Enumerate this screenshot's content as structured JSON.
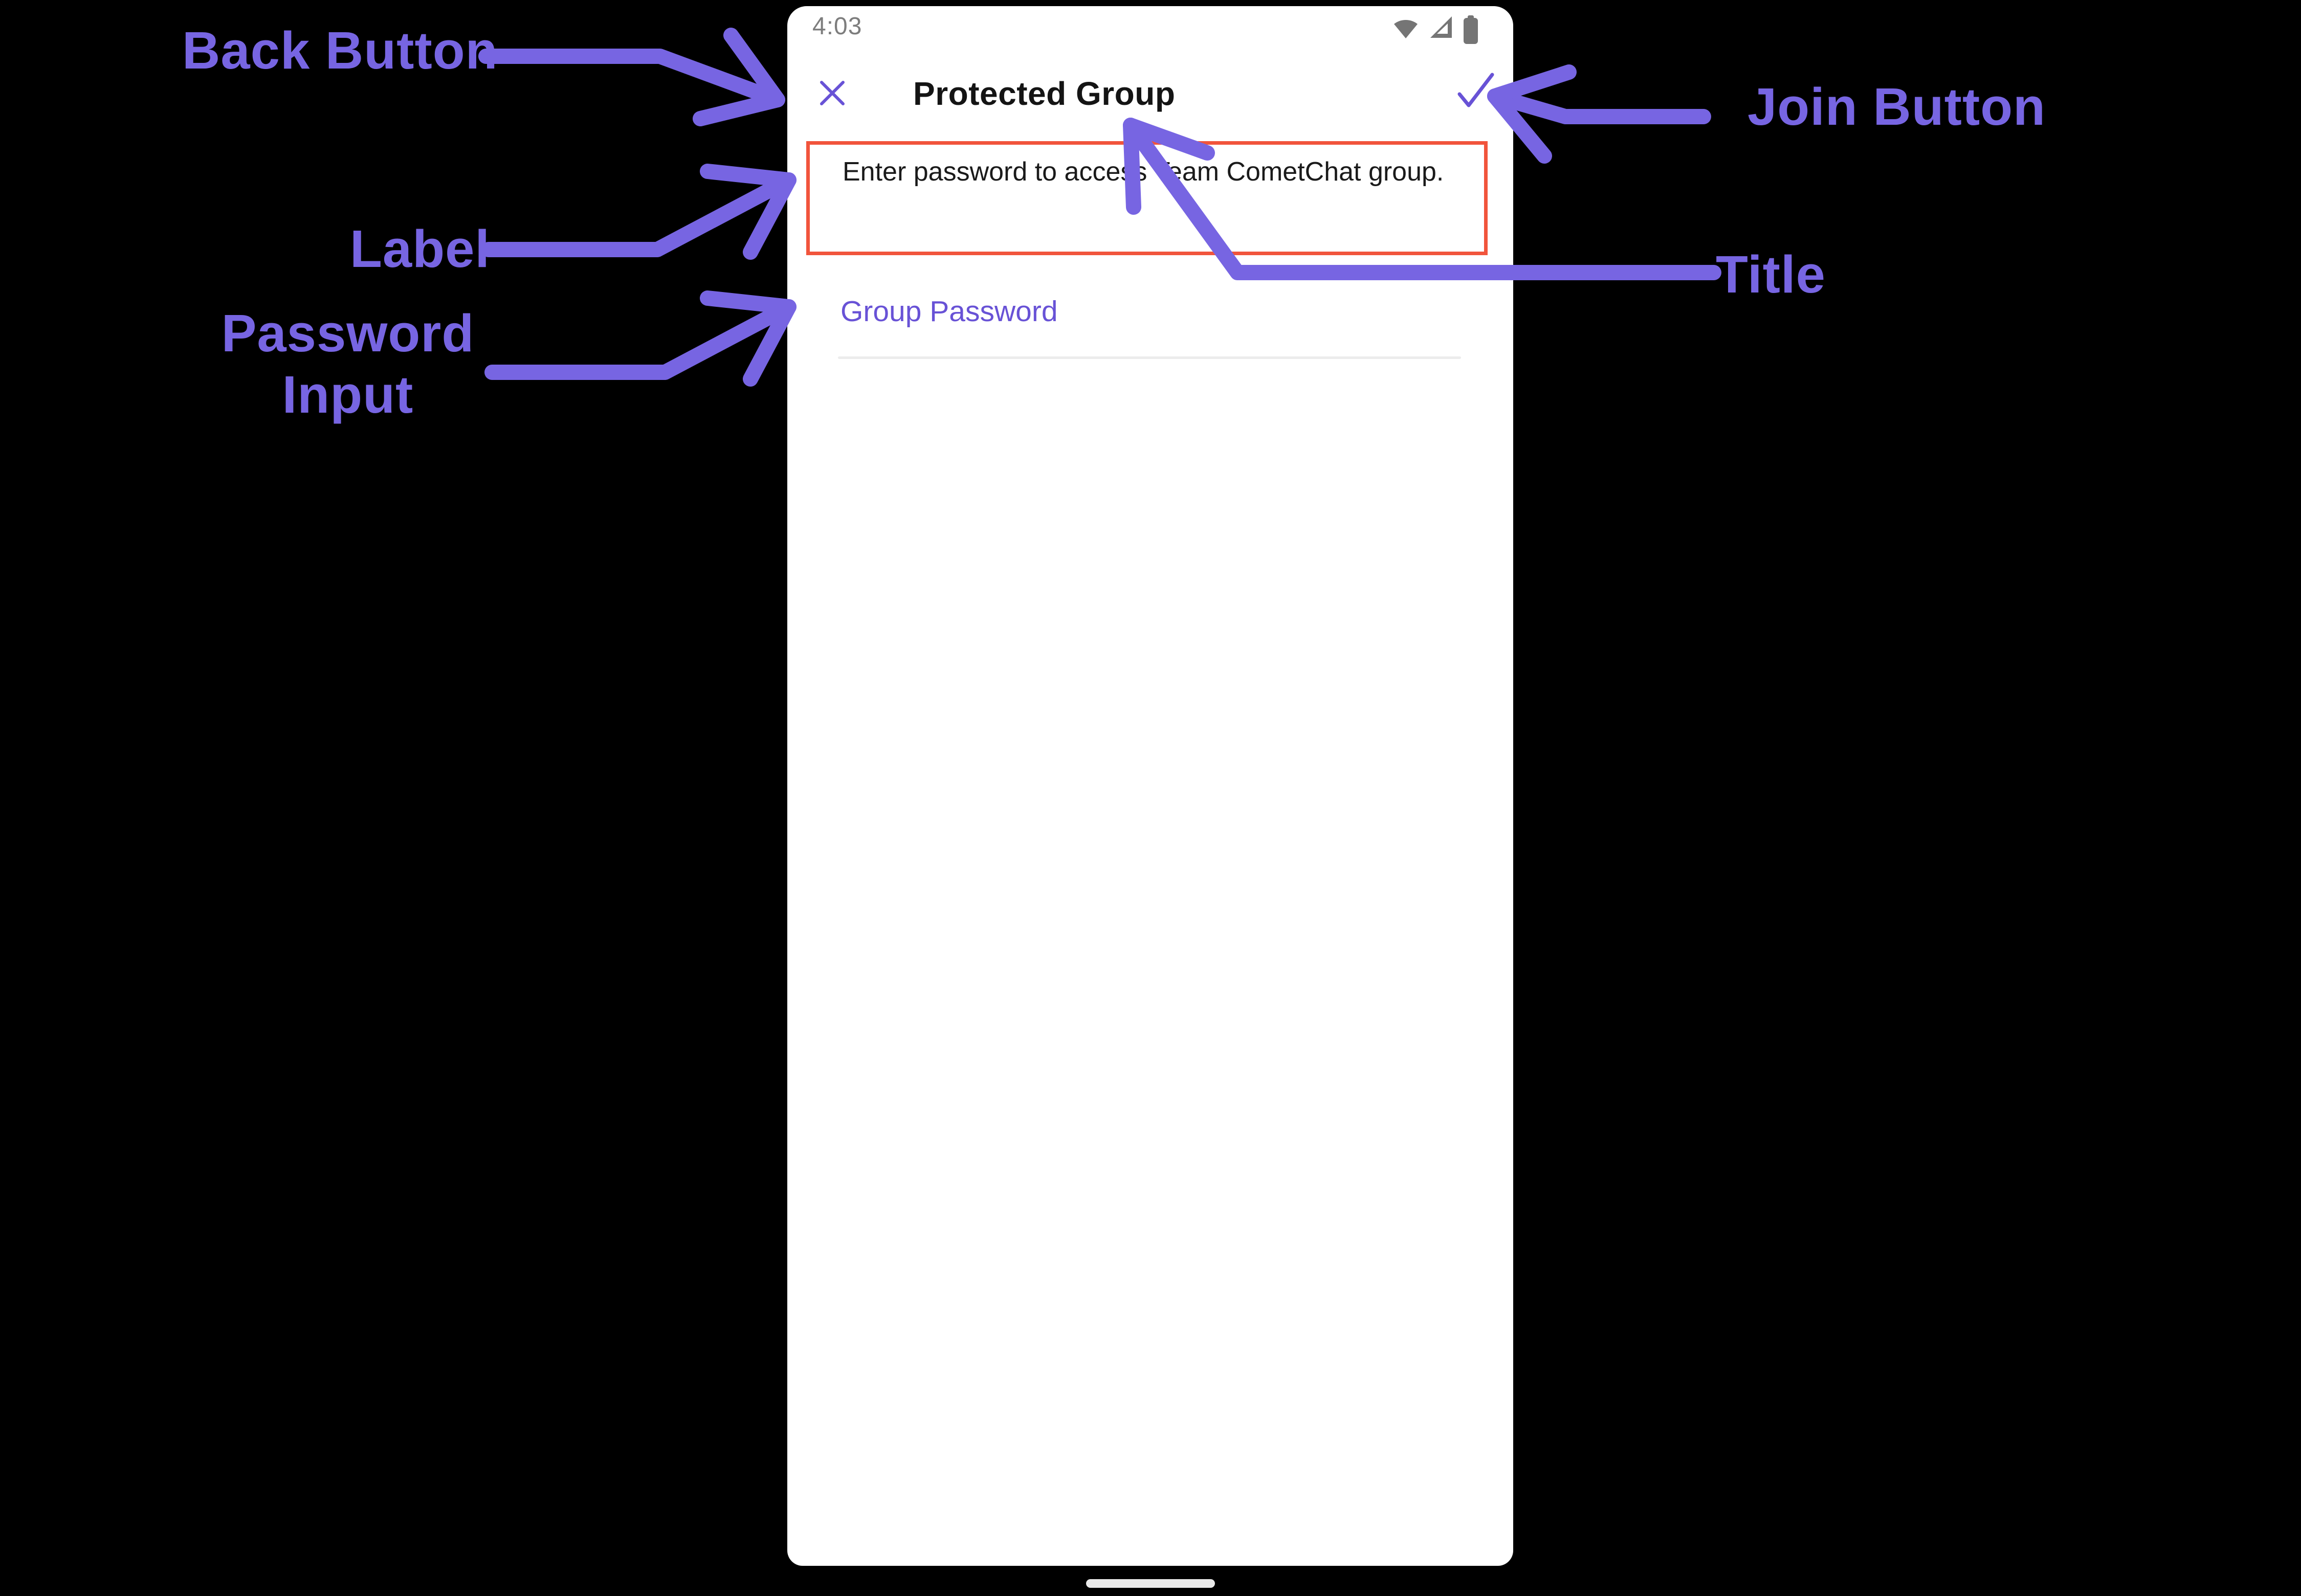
{
  "phone": {
    "status_bar": {
      "time": "4:03",
      "icons": [
        "wifi-icon",
        "cellular-signal-icon",
        "battery-icon"
      ]
    },
    "header": {
      "close_icon": "close-x",
      "title": "Protected Group",
      "confirm_icon": "checkmark"
    },
    "password_prompt": {
      "text": "Enter password to access Team CometChat group."
    },
    "password_input": {
      "label": "Group Password",
      "value": ""
    },
    "home_indicator": "gesture-bar"
  },
  "annotations": {
    "back_button": "Back Button",
    "label": "Label",
    "password_input": "Password Input",
    "join_button": "Join Button",
    "title": "Title"
  },
  "colors": {
    "app_accent": "#6852D6",
    "annotation_purple": "#7765E2",
    "highlight_border": "#F1543C",
    "text_primary": "#141414",
    "status_gray": "#757575",
    "background": "#000000"
  }
}
